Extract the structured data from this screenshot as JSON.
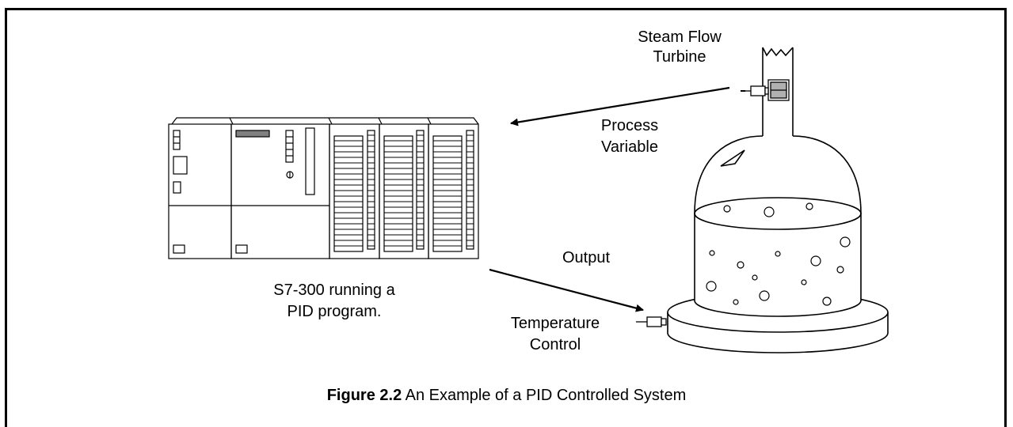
{
  "labels": {
    "steam_flow": "Steam Flow",
    "turbine": "Turbine",
    "process": "Process",
    "variable": "Variable",
    "output": "Output",
    "s7_line1": "S7-300 running a",
    "s7_line2": "PID program.",
    "temperature": "Temperature",
    "control": "Control"
  },
  "caption": {
    "figure_number": "Figure 2.2",
    "text": "An Example of a PID Controlled System"
  }
}
